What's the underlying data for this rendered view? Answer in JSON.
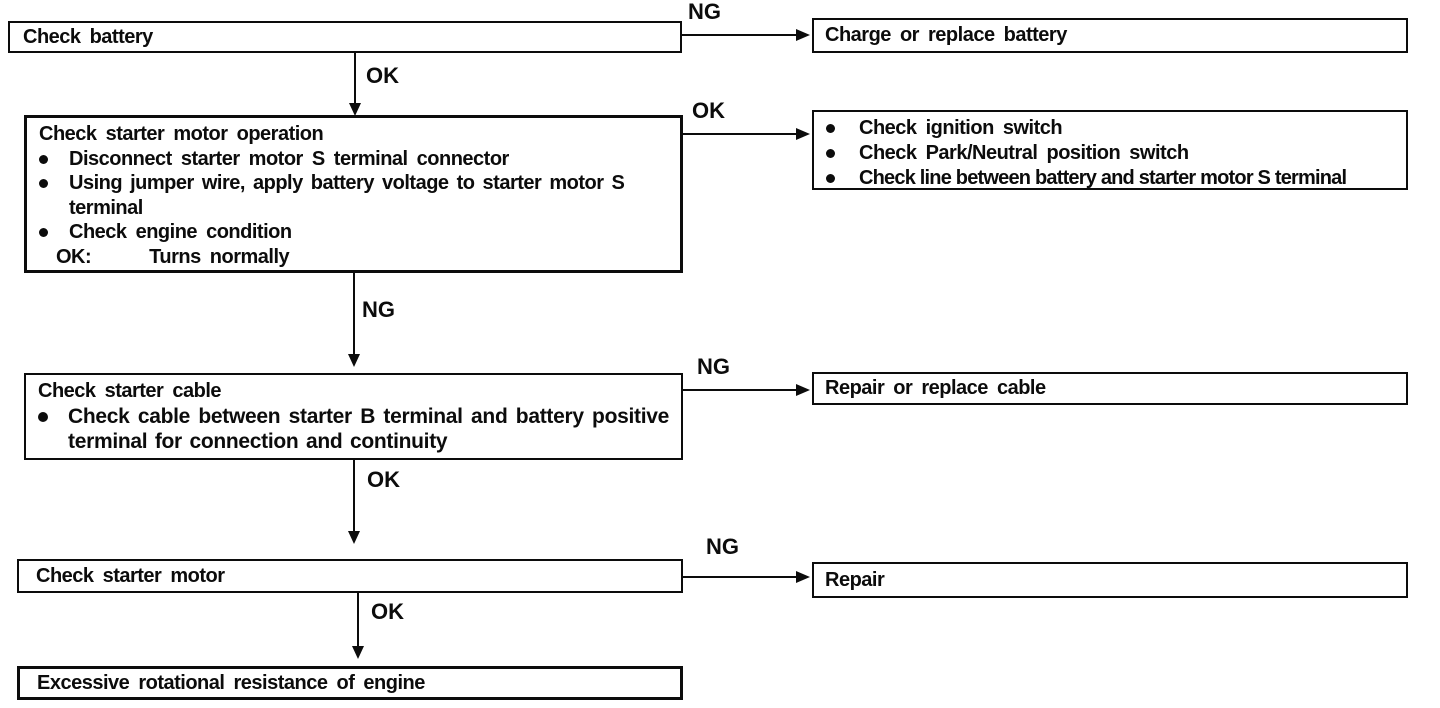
{
  "page": {
    "background": "#ffffff",
    "ink": "#0c0c0c"
  },
  "flowchart": {
    "nodes": {
      "check_battery": {
        "title": "Check battery"
      },
      "charge_or_replace_battery": {
        "title": "Charge or replace battery"
      },
      "check_starter_motor_operation": {
        "title": "Check starter motor operation",
        "bullets": [
          "Disconnect starter motor S terminal connector",
          "Using jumper wire, apply battery voltage to starter motor S terminal",
          "Check engine condition"
        ],
        "result_label": "OK:",
        "result_text": "Turns normally"
      },
      "switch_checks": {
        "bullets": [
          "Check ignition switch",
          "Check Park/Neutral position switch",
          "Check line between battery and starter motor S terminal"
        ]
      },
      "check_starter_cable": {
        "title": "Check starter cable",
        "bullets": [
          "Check cable between starter B terminal and battery positive terminal for connection and continuity"
        ]
      },
      "repair_or_replace_cable": {
        "title": "Repair or replace cable"
      },
      "check_starter_motor": {
        "title": "Check starter motor"
      },
      "repair": {
        "title": "Repair"
      },
      "excessive_rotational_resistance": {
        "title": "Excessive rotational resistance of engine"
      }
    },
    "edge_labels": {
      "battery_ng": "NG",
      "battery_ok": "OK",
      "operation_ok": "OK",
      "operation_ng": "NG",
      "cable_ng": "NG",
      "cable_ok": "OK",
      "motor_ng": "NG",
      "motor_ok": "OK"
    }
  }
}
